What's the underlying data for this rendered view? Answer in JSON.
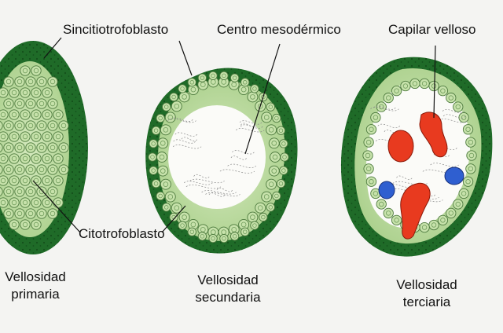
{
  "colors": {
    "background": "#f4f4f2",
    "syncytiotrophoblast": "#1f6b28",
    "cytotrophoblast": "#b9d99b",
    "cell_nucleus": "#6e9a5a",
    "mesodermal_core": "#fbfbf8",
    "capillary_red": "#e83a1f",
    "capillary_blue": "#2f5fd0"
  },
  "labels": {
    "syncytiotrophoblast": "Sincitiotrofoblasto",
    "mesodermal_center": "Centro mesodérmico",
    "villous_capillary": "Capilar velloso",
    "cytotrophoblast": "Citotrofoblasto"
  },
  "villi": [
    {
      "key": "primary",
      "line1": "Vellosidad",
      "line2": "primaria"
    },
    {
      "key": "secondary",
      "line1": "Vellosidad",
      "line2": "secundaria"
    },
    {
      "key": "tertiary",
      "line1": "Vellosidad",
      "line2": "terciaria"
    }
  ]
}
